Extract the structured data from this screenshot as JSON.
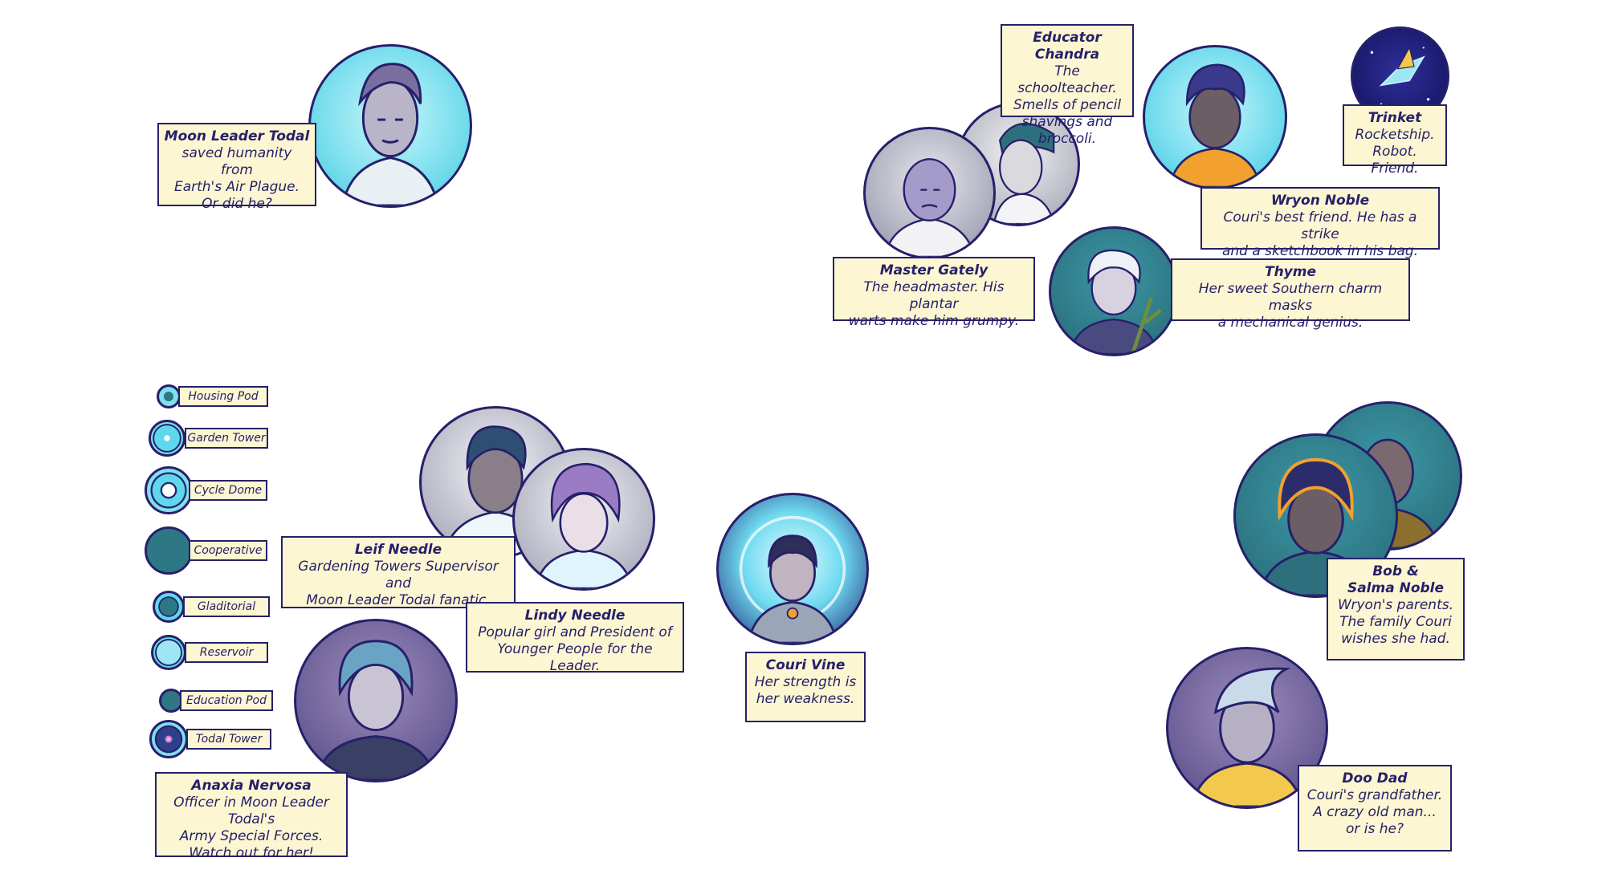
{
  "characters": [
    {
      "id": "moon-leader-todal",
      "name": "Moon Leader Todal",
      "desc": "saved humanity from\nEarth's Air Plague.\nOr did he?"
    },
    {
      "id": "educator-chandra",
      "name": "Educator Chandra",
      "desc": "The schoolteacher.\nSmells of pencil\nshavings and\nbroccoli."
    },
    {
      "id": "master-gately",
      "name": "Master Gately",
      "desc": "The headmaster. His plantar\nwarts make him grumpy."
    },
    {
      "id": "wryon-noble",
      "name": "Wryon Noble",
      "desc": "Couri's best friend. He has a strike\nand a sketchbook in his bag."
    },
    {
      "id": "trinket",
      "name": "Trinket",
      "desc": "Rocketship.\nRobot. Friend."
    },
    {
      "id": "thyme",
      "name": "Thyme",
      "desc": "Her sweet Southern charm masks\na mechanical genius."
    },
    {
      "id": "leif-needle",
      "name": "Leif Needle",
      "desc": "Gardening Towers Supervisor and\nMoon Leader Todal fanatic."
    },
    {
      "id": "lindy-needle",
      "name": "Lindy Needle",
      "desc": "Popular girl and President of\nYounger People for the Leader."
    },
    {
      "id": "couri-vine",
      "name": "Couri Vine",
      "desc": "Her strength is\nher weakness."
    },
    {
      "id": "anaxia-nervosa",
      "name": "Anaxia Nervosa",
      "desc": "Officer in Moon Leader Todal's\nArmy Special Forces.\nWatch out for her!"
    },
    {
      "id": "bob-salma-noble",
      "name": "Bob &\nSalma Noble",
      "desc": "Wryon's parents.\nThe family Couri\nwishes she had."
    },
    {
      "id": "doo-dad",
      "name": "Doo Dad",
      "desc": "Couri's grandfather.\nA crazy old man...\nor is he?"
    }
  ],
  "legend": [
    {
      "label": "Housing Pod",
      "icon": "housing-pod-icon"
    },
    {
      "label": "Garden Tower",
      "icon": "garden-tower-icon"
    },
    {
      "label": "Cycle Dome",
      "icon": "cycle-dome-icon"
    },
    {
      "label": "Cooperative",
      "icon": "cooperative-icon"
    },
    {
      "label": "Gladitorial",
      "icon": "gladitorial-icon"
    },
    {
      "label": "Reservoir",
      "icon": "reservoir-icon"
    },
    {
      "label": "Education Pod",
      "icon": "education-pod-icon"
    },
    {
      "label": "Todal Tower",
      "icon": "todal-tower-icon"
    }
  ],
  "colors": {
    "outline": "#26206a",
    "label_bg": "#fdf6d2",
    "cyan": "#5fd8ee",
    "teal": "#2e7784",
    "purple": "#6a5d96",
    "navy": "#1a1a6e"
  }
}
